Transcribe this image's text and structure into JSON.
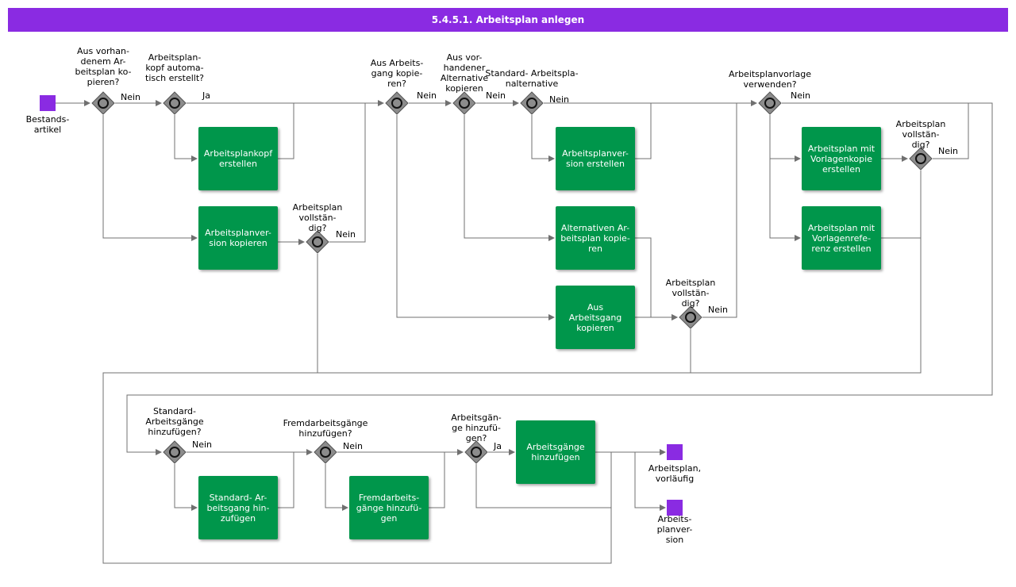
{
  "title": "5.4.5.1. Arbeitsplan anlegen",
  "events": {
    "start": [
      "Bestands-",
      "artikel"
    ],
    "end1": [
      "Arbeitsplan,",
      "vorläufig"
    ],
    "end2": [
      "Arbeits-",
      "planver-",
      "sion"
    ]
  },
  "gateways": {
    "g1": [
      "Aus  vorhan-",
      "denem  Ar-",
      "beitsplan  ko-",
      "pieren?"
    ],
    "g2": [
      "Arbeitsplan-",
      "kopf automa-",
      "tisch erstellt?"
    ],
    "g3": [
      "Arbeitsplan",
      "vollstän-",
      "dig?"
    ],
    "g4": [
      "Aus Arbeits-",
      "gang kopie-",
      "ren?"
    ],
    "g5": [
      "Aus vor-",
      "handener",
      "Alternative",
      "kopieren"
    ],
    "g6": [
      "Standard-  Arbeitspla-",
      "nalternative"
    ],
    "g7": [
      "Arbeitsplan",
      "vollstän-",
      "dig?"
    ],
    "g8": [
      "Arbeitsplanvorlage",
      "verwenden?"
    ],
    "g9": [
      "Arbeitsplan",
      "vollstän-",
      "dig?"
    ],
    "g10": [
      "Standard-",
      "Arbeitsgänge",
      "hinzufügen?"
    ],
    "g11": [
      "Fremdarbeitsgänge",
      "hinzufügen?"
    ],
    "g12": [
      "Arbeitsgän-",
      "ge hinzufü-",
      "gen?"
    ]
  },
  "tasks": {
    "t1": "Arbeitsplankopf erstellen",
    "t2": "Arbeitsplanver-sion kopieren",
    "t3": "Arbeitsplanver-sion erstellen",
    "t4": "Alternativen Ar-beitsplan kopie-ren",
    "t5": "Aus Arbeitsgang kopieren",
    "t6": "Arbeitsplan mit Vorlagenkopie erstellen",
    "t7": "Arbeitsplan mit Vorlagenrefe-renz erstellen",
    "t8": "Standard- Ar-beitsgang hin-zufügen",
    "t9": "Fremdarbeits-gänge hinzufü-gen",
    "t10": "Arbeitsgänge hinzufügen"
  },
  "flow_labels": {
    "f1": "Nein",
    "f2": "Ja",
    "f3": "Nein",
    "f4": "Nein",
    "f5": "Nein",
    "f6": "Nein",
    "f7": "Nein",
    "f8": "Nein",
    "f9": "Nein",
    "f10": "Nein",
    "f11": "Nein",
    "f12": "Ja"
  },
  "colors": {
    "header": "#8a2be2",
    "event": "#8a2be2",
    "task": "#00964b",
    "line": "#707070",
    "gateway": "#8c8c8c"
  }
}
